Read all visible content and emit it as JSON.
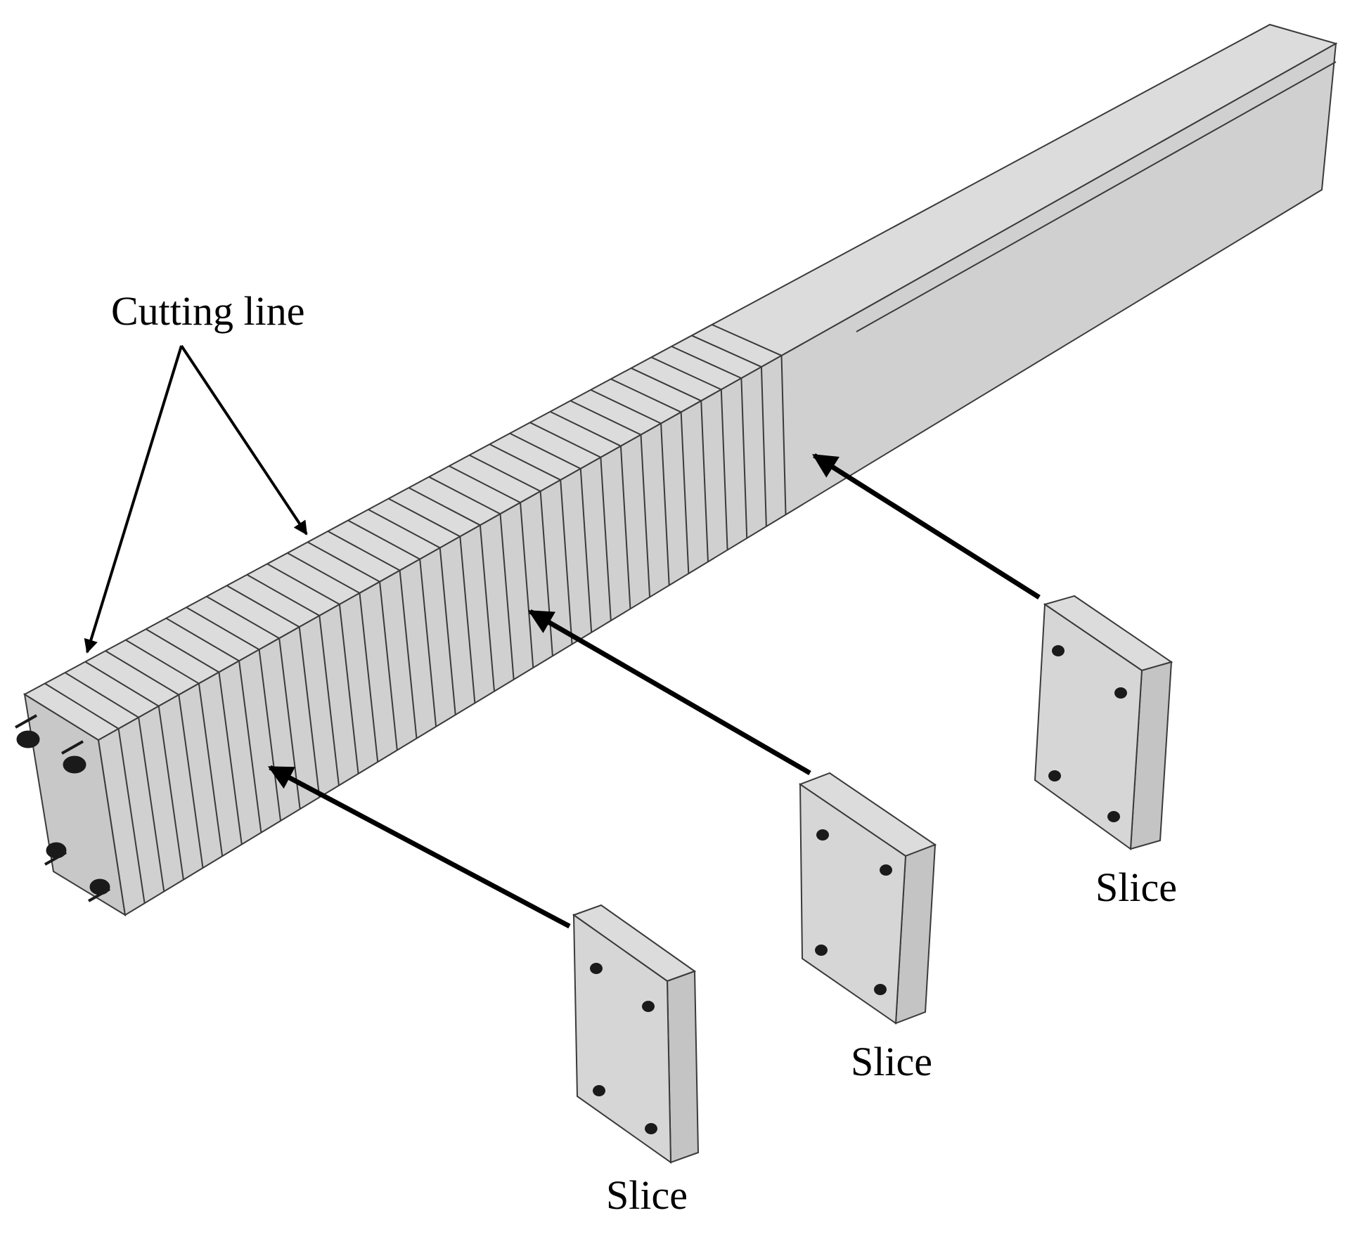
{
  "labels": {
    "cutting_line": "Cutting line",
    "slice_left": "Slice",
    "slice_middle": "Slice",
    "slice_right": "Slice"
  },
  "beam": {
    "slice_count": 34
  },
  "colors": {
    "background": "#ffffff",
    "beam_top": "#dcdcdc",
    "beam_side": "#cfcfcf",
    "beam_end": "#c4c4c4",
    "edge": "#3a3a3a",
    "arrow": "#000000",
    "rebar": "#1a1a1a"
  }
}
